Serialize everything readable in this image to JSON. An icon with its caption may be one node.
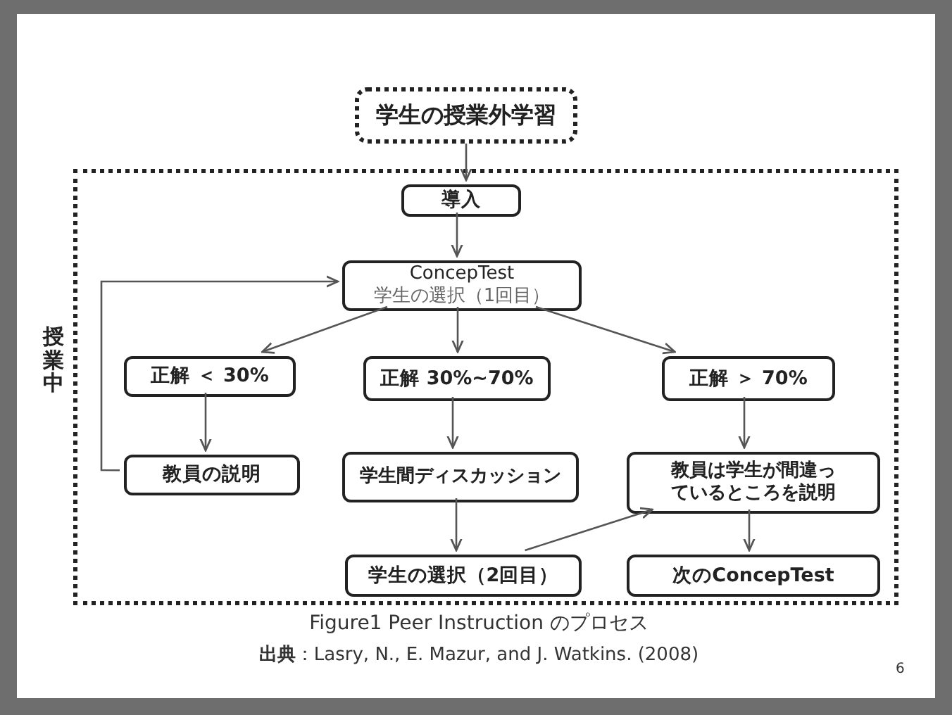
{
  "diagram": {
    "caption": "Figure1 Peer Instruction のプロセス",
    "nodes": [
      {
        "text": [
          "学生の授業外学習"
        ]
      },
      {
        "text": [
          "授業中"
        ]
      },
      {
        "text": [
          "導入"
        ],
        "in": 1
      },
      {
        "text": [
          "ConcepTest",
          "学生の選択（1回目）"
        ],
        "in": 1
      },
      {
        "text": [
          "正解 ＜ 30%"
        ],
        "in": 1
      },
      {
        "text": [
          "正解 30%~70%"
        ],
        "in": 1
      },
      {
        "text": [
          "正解 ＞ 70%"
        ],
        "in": 1
      },
      {
        "text": [
          "教員の説明"
        ],
        "in": 1
      },
      {
        "text": [
          "学生間ディスカッション"
        ],
        "in": 1
      },
      {
        "text": [
          "教員は学生が間違っているところを説明"
        ],
        "in": 1
      },
      {
        "text": [
          "学生の選択（2回目）"
        ],
        "in": 1
      },
      {
        "text": [
          "次のConcepTest"
        ],
        "in": 1
      }
    ],
    "edges": [
      {
        "from": 0,
        "to": 2,
        "arrow": "to"
      },
      {
        "from": 2,
        "to": 3,
        "arrow": "to"
      },
      {
        "from": 3,
        "to": 4,
        "arrow": "to"
      },
      {
        "from": 3,
        "to": 5,
        "arrow": "to"
      },
      {
        "from": 3,
        "to": 6,
        "arrow": "to"
      },
      {
        "from": 4,
        "to": 7,
        "arrow": "to"
      },
      {
        "from": 7,
        "to": 3,
        "arrow": "to"
      },
      {
        "from": 5,
        "to": 8,
        "arrow": "to"
      },
      {
        "from": 8,
        "to": 10,
        "arrow": "to"
      },
      {
        "from": 10,
        "to": 9,
        "arrow": "to"
      },
      {
        "from": 6,
        "to": 9,
        "arrow": "to"
      },
      {
        "from": 9,
        "to": 11,
        "arrow": "to"
      }
    ],
    "labels": [
      "**出典**：Lasry, N., E. Mazur, and J. Watkins. (2008)",
      "6"
    ]
  }
}
